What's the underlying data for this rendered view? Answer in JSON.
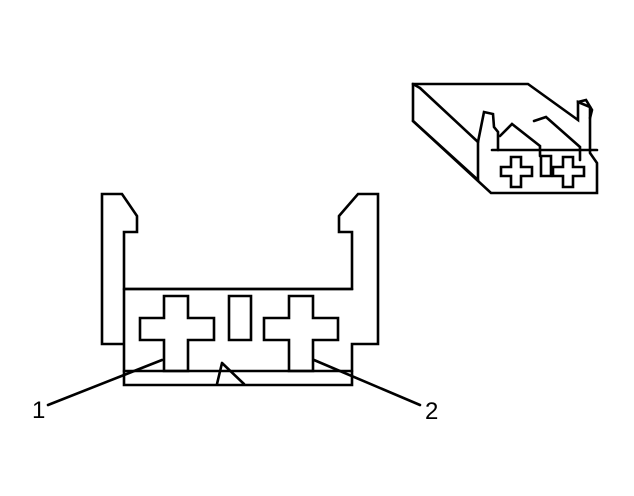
{
  "diagram": {
    "callouts": [
      {
        "id": "1",
        "text": "1"
      },
      {
        "id": "2",
        "text": "2"
      }
    ]
  },
  "colors": {
    "line": "#000000",
    "background": "#ffffff"
  },
  "icons": {
    "main_view": "connector-face-drawing",
    "inset_view": "connector-isometric-drawing"
  }
}
